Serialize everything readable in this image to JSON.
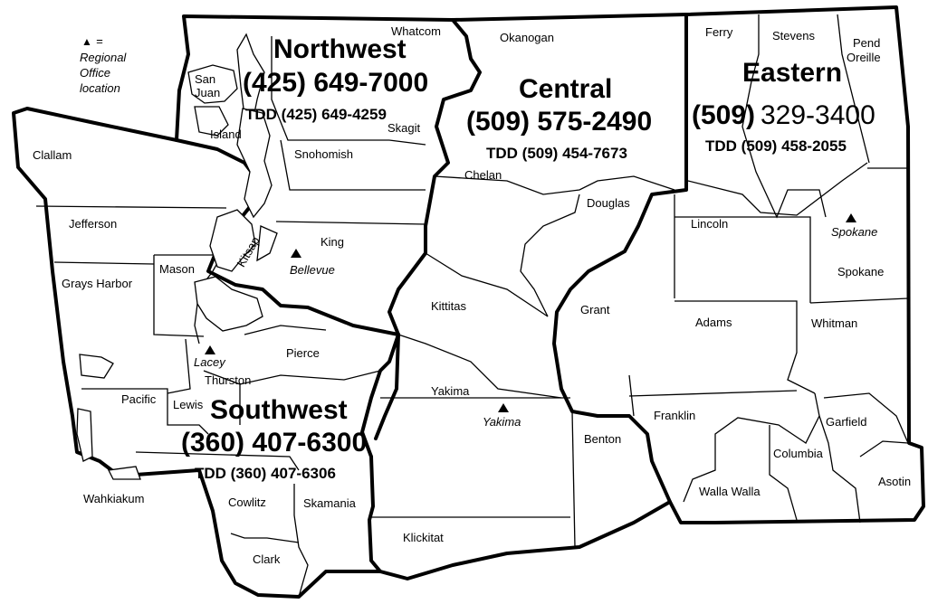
{
  "legend": {
    "symbol": "▲",
    "eq": "=",
    "line1": "Regional",
    "line2": "Office",
    "line3": "location"
  },
  "regions": {
    "northwest": {
      "name": "Northwest",
      "phone": "(425) 649-7000",
      "tdd": "TDD (425) 649-4259"
    },
    "central": {
      "name": "Central",
      "phone": "(509) 575-2490",
      "tdd": "TDD (509) 454-7673"
    },
    "eastern": {
      "name": "Eastern",
      "phone_area": "(509)",
      "phone_rest": "329-3400",
      "tdd": "TDD (509) 458-2055"
    },
    "southwest": {
      "name": "Southwest",
      "phone": "(360) 407-6300",
      "tdd": "TDD (360) 407-6306"
    }
  },
  "counties": {
    "whatcom": "Whatcom",
    "okanogan": "Okanogan",
    "ferry": "Ferry",
    "stevens": "Stevens",
    "pend_oreille_1": "Pend",
    "pend_oreille_2": "Oreille",
    "san_juan_1": "San",
    "san_juan_2": "Juan",
    "skagit": "Skagit",
    "island": "Island",
    "clallam": "Clallam",
    "snohomish": "Snohomish",
    "chelan": "Chelan",
    "douglas": "Douglas",
    "jefferson": "Jefferson",
    "lincoln": "Lincoln",
    "spokane": "Spokane",
    "king": "King",
    "kitsap": "Kitsap",
    "mason": "Mason",
    "grays_harbor": "Grays Harbor",
    "kittitas": "Kittitas",
    "grant": "Grant",
    "adams": "Adams",
    "whitman": "Whitman",
    "pierce": "Pierce",
    "thurston": "Thurston",
    "yakima": "Yakima",
    "pacific": "Pacific",
    "lewis": "Lewis",
    "franklin": "Franklin",
    "garfield": "Garfield",
    "benton": "Benton",
    "columbia": "Columbia",
    "asotin": "Asotin",
    "walla_walla": "Walla Walla",
    "wahkiakum": "Wahkiakum",
    "cowlitz": "Cowlitz",
    "skamania": "Skamania",
    "klickitat": "Klickitat",
    "clark": "Clark"
  },
  "offices": {
    "bellevue": "Bellevue",
    "spokane": "Spokane",
    "lacey": "Lacey",
    "yakima": "Yakima"
  }
}
